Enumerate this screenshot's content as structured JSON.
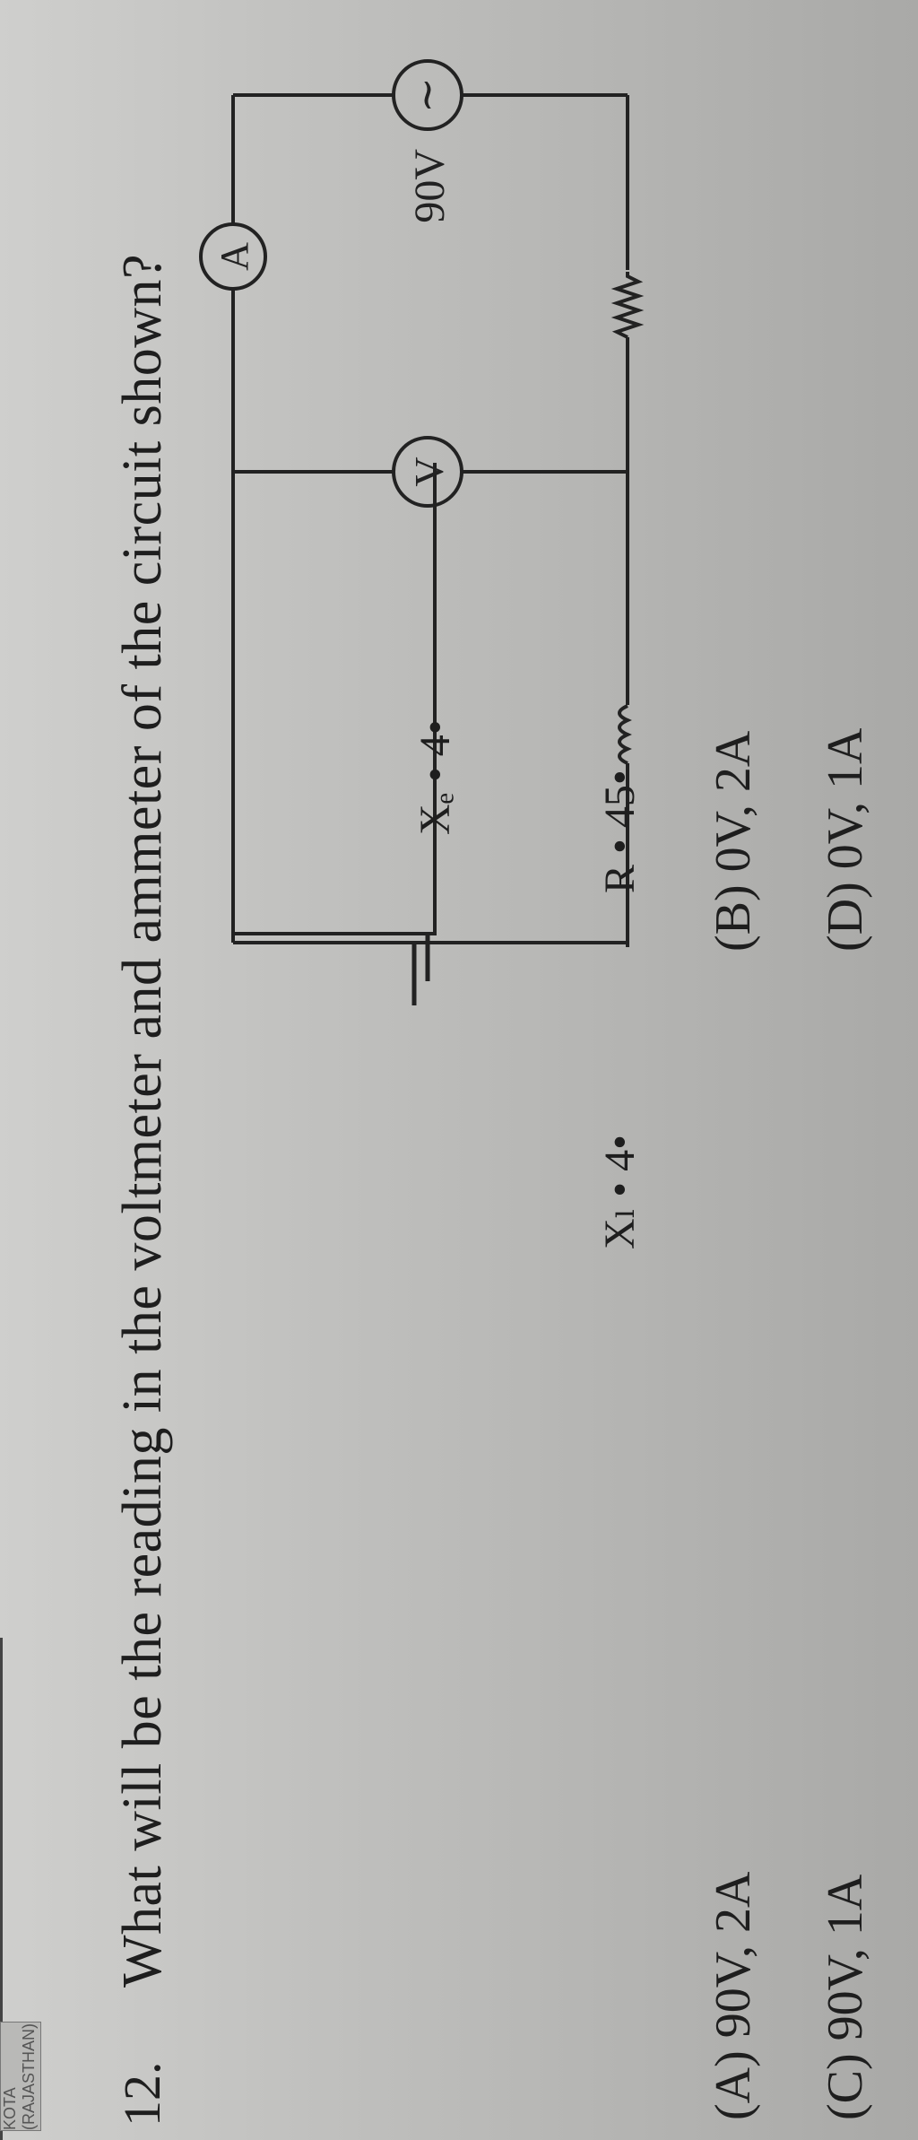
{
  "header": {
    "tag": "KOTA (RAJASTHAN)"
  },
  "question": {
    "number": "12.",
    "text": "What will be the reading in the voltmeter and ammeter of the circuit shown?"
  },
  "circuit": {
    "capacitor_label": "Xₑ • 4•",
    "inductor_label": "Xₗ • 4•",
    "resistor_label": "R • 45•",
    "voltmeter_symbol": "V",
    "ammeter_symbol": "A",
    "source_label": "90V",
    "source_symbol": "~"
  },
  "options": {
    "A": "(A) 90V, 2A",
    "B": "(B) 0V, 2A",
    "C": "(C) 90V, 1A",
    "D": "(D) 0V, 1A"
  }
}
